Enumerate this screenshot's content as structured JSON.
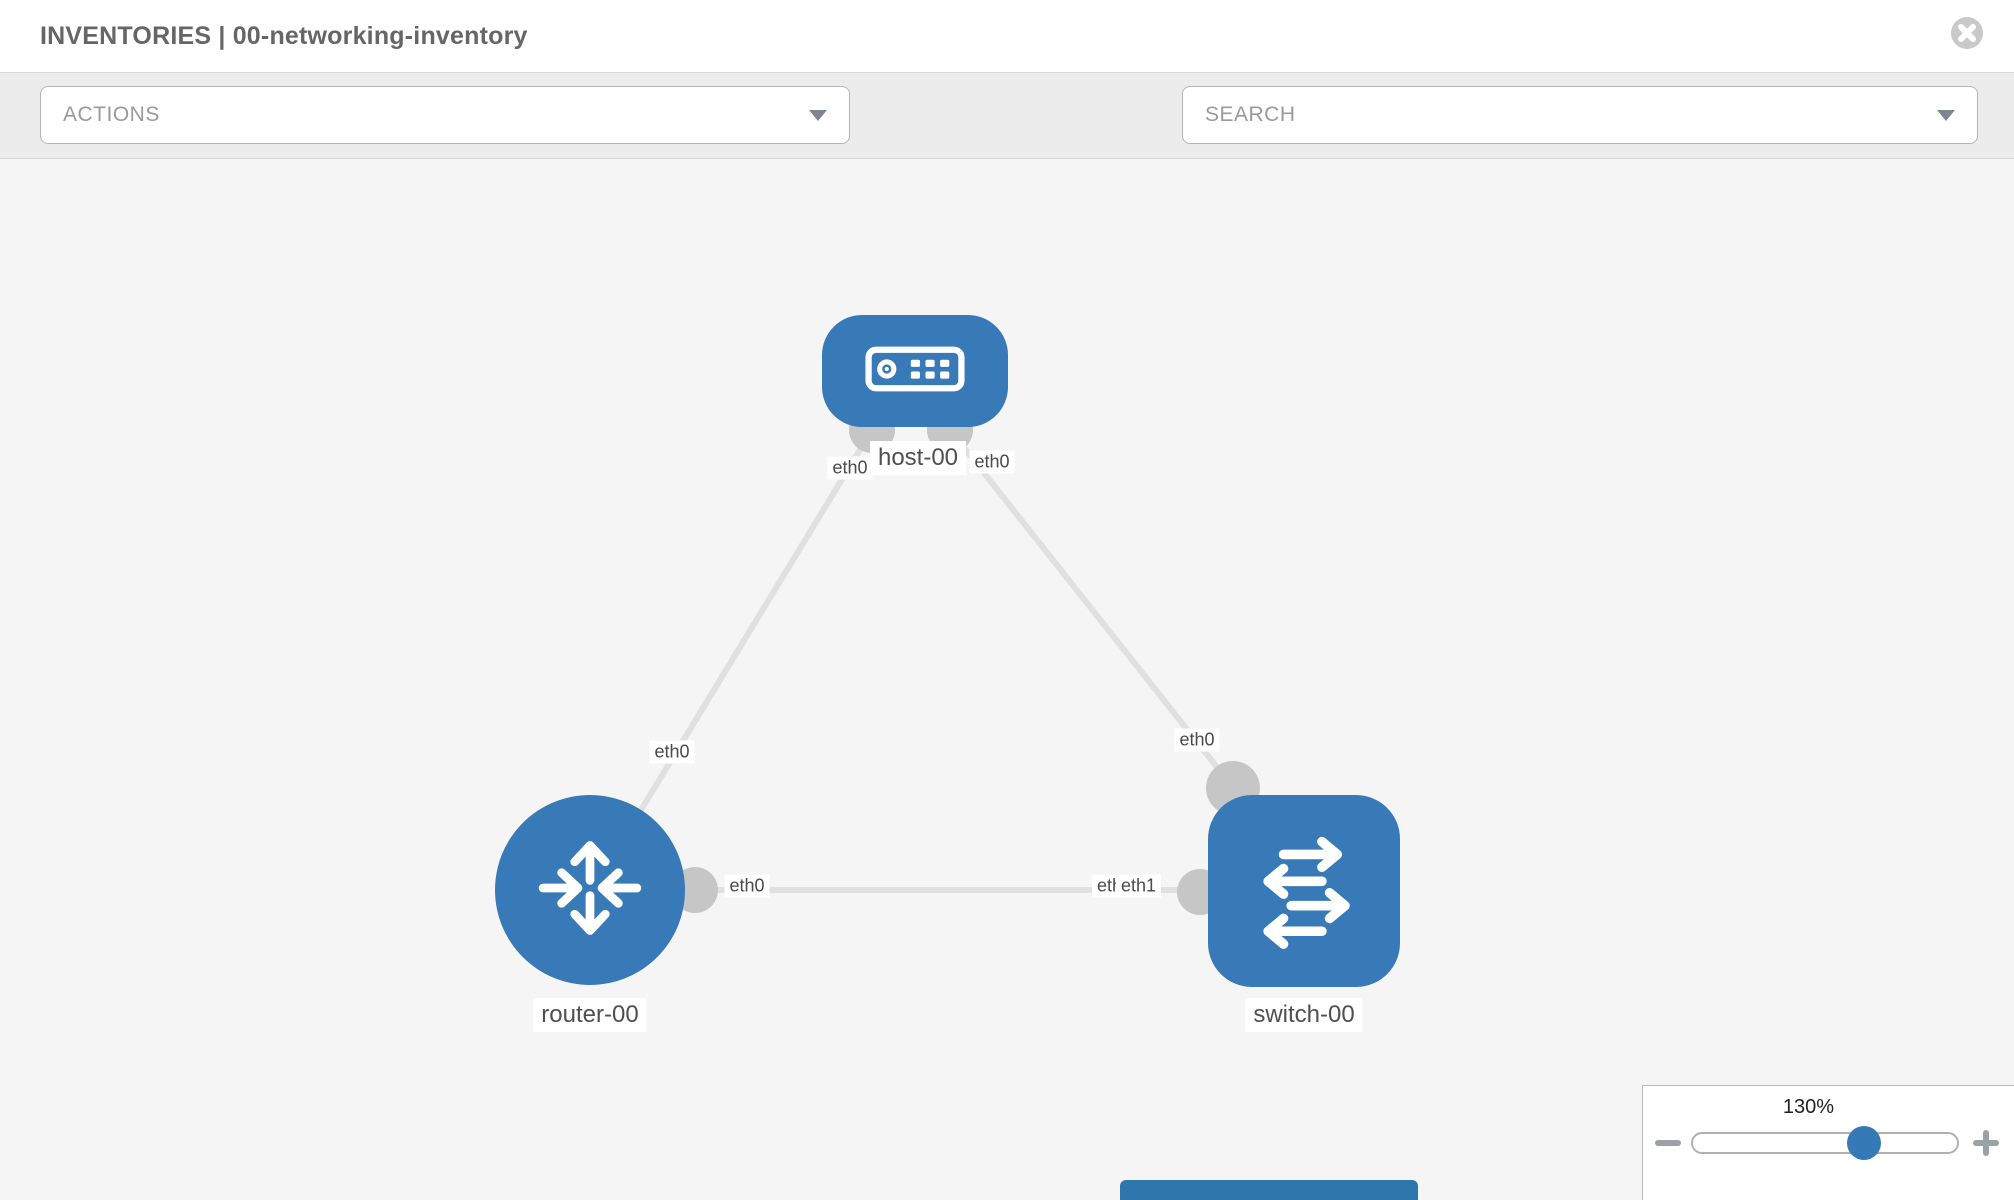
{
  "header": {
    "title": "INVENTORIES | 00-networking-inventory",
    "close_icon": "circle-x"
  },
  "toolbar": {
    "actions_label": "ACTIONS",
    "search_placeholder": "SEARCH",
    "icons": [
      "wrench",
      "key",
      "chevron-down"
    ]
  },
  "colors": {
    "node_blue": "#3879b8",
    "link_gray": "#e0e0e0",
    "endpoint_gray": "#c6c6c6",
    "canvas_bg": "#f5f5f6",
    "toolbar_bg": "#ececec"
  },
  "topology": {
    "nodes": [
      {
        "id": "host-00",
        "type": "host",
        "label": "host-00",
        "icon": "server-icon"
      },
      {
        "id": "router-00",
        "type": "router",
        "label": "router-00",
        "icon": "router-arrows-icon"
      },
      {
        "id": "switch-00",
        "type": "switch",
        "label": "switch-00",
        "icon": "switch-arrows-icon"
      }
    ],
    "links": [
      {
        "from": "host-00",
        "to": "router-00",
        "from_iface": "eth0",
        "to_iface": "eth0"
      },
      {
        "from": "host-00",
        "to": "switch-00",
        "from_iface": "eth0",
        "to_iface": "eth0"
      },
      {
        "from": "router-00",
        "to": "switch-00",
        "from_iface": "eth0",
        "to_iface": "eth1",
        "obscured_iface_label": "eth0"
      }
    ]
  },
  "zoom_panel": {
    "level": "130%",
    "zoom_out_icon": "minus",
    "zoom_in_icon": "plus"
  }
}
